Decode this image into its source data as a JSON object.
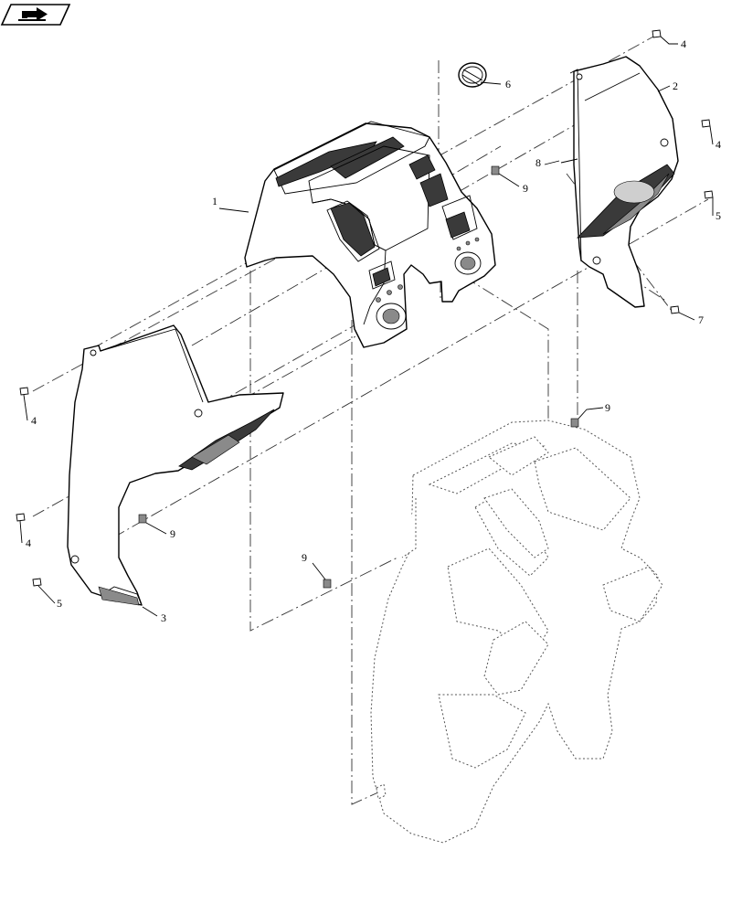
{
  "nav_icon": "forward-arrow-icon",
  "callouts": [
    {
      "id": "c1",
      "label": "1"
    },
    {
      "id": "c2",
      "label": "2"
    },
    {
      "id": "c3",
      "label": "3"
    },
    {
      "id": "c4a",
      "label": "4"
    },
    {
      "id": "c4b",
      "label": "4"
    },
    {
      "id": "c4c",
      "label": "4"
    },
    {
      "id": "c4d",
      "label": "4"
    },
    {
      "id": "c5a",
      "label": "5"
    },
    {
      "id": "c5b",
      "label": "5"
    },
    {
      "id": "c6",
      "label": "6"
    },
    {
      "id": "c7",
      "label": "7"
    },
    {
      "id": "c8",
      "label": "8"
    },
    {
      "id": "c9a",
      "label": "9"
    },
    {
      "id": "c9b",
      "label": "9"
    },
    {
      "id": "c9c",
      "label": "9"
    },
    {
      "id": "c9d",
      "label": "9"
    }
  ]
}
